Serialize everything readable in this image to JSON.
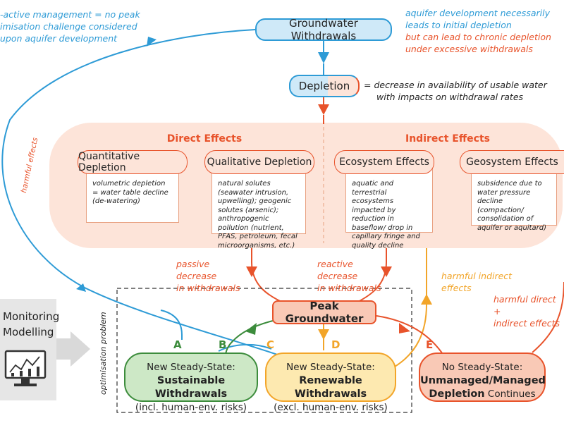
{
  "top_left_note": [
    "-active management = no peak",
    "imisation challenge considered",
    "upon aquifer development"
  ],
  "top_right_note": {
    "blue": [
      "aquifer development necessarily",
      "leads to initial depletion"
    ],
    "red": [
      "but can lead to chronic depletion",
      "under excessive withdrawals"
    ]
  },
  "groundwater_withdrawals": "Groundwater Withdrawals",
  "depletion": "Depletion",
  "depletion_definition": [
    "= decrease in availability of usable water",
    "with impacts on withdrawal rates"
  ],
  "harmful_effects": "harmful effects",
  "direct_effects": "Direct Effects",
  "indirect_effects": "Indirect Effects",
  "effects": [
    {
      "title": "Quantitative Depletion",
      "text": "volumetric depletion = water table decline (de-watering)"
    },
    {
      "title": "Qualitative Depletion",
      "text": "natural solutes (seawater intrusion, upwelling); geogenic solutes (arsenic); anthropogenic pollution (nutrient, PFAS, petroleum, fecal microorganisms, etc.)"
    },
    {
      "title": "Ecosystem Effects",
      "text": "aquatic and terrestrial ecosystems impacted by reduction in baseflow/ drop in capillary fringe and quality decline"
    },
    {
      "title": "Geosystem Effects",
      "text": "subsidence due to water pressure decline (compaction/ consolidation of aquifer or aquitard)"
    }
  ],
  "passive_decrease": [
    "passive decrease",
    "in withdrawals"
  ],
  "reactive_decrease": [
    "reactive decrease",
    "in withdrawals"
  ],
  "harmful_indirect": [
    "harmful indirect",
    "effects"
  ],
  "harmful_direct_indirect": [
    "harmful direct +",
    "indirect effects"
  ],
  "monitoring": [
    "Monitoring",
    "Modelling"
  ],
  "optimisation_problem": "optimisation problem",
  "peak_groundwater": "Peak Groundwater",
  "letters": [
    "A",
    "B",
    "C",
    "D",
    "E"
  ],
  "sustainable": {
    "line1": "New Steady-State:",
    "line2": "Sustainable Withdrawals",
    "line3": "(incl. human-env. risks)"
  },
  "renewable": {
    "line1": "New Steady-State:",
    "line2": "Renewable Withdrawals",
    "line3": "(excl. human-env. risks)"
  },
  "no_steady": {
    "line1": "No Steady-State:",
    "line2": "Unmanaged/Managed",
    "line3a": "Depletion",
    "line3b": " Continues"
  },
  "colors": {
    "blue": "#2e9bd6",
    "red": "#e8532b",
    "orange": "#f2a529",
    "green": "#3c8c3c",
    "peach": "#fde4d9"
  }
}
